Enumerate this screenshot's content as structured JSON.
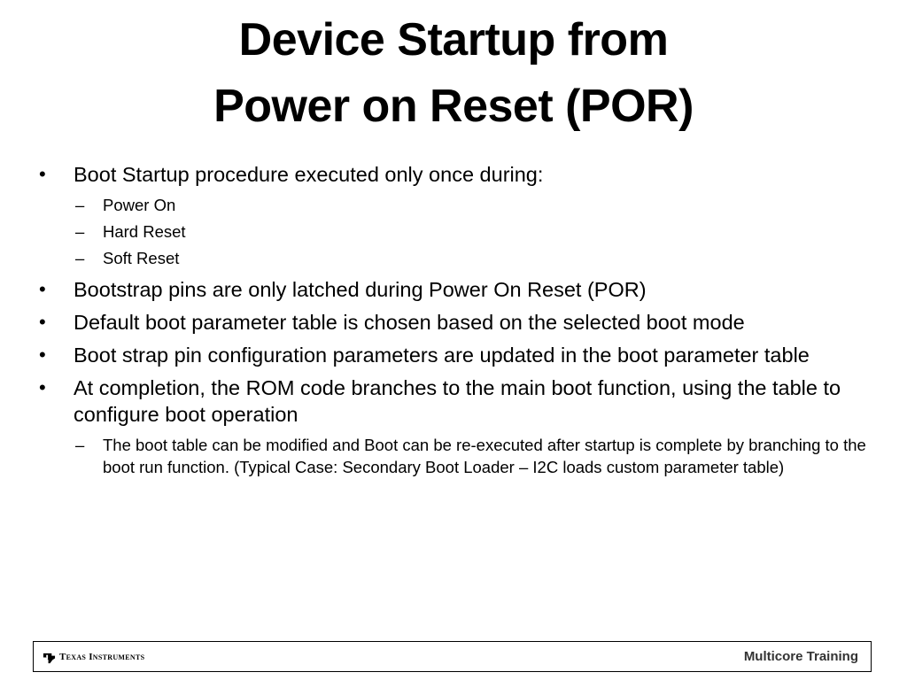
{
  "title": {
    "line1": "Device Startup from",
    "line2": "Power on Reset (POR)"
  },
  "bullets": [
    {
      "text": "Boot Startup procedure executed only once during:",
      "subitems": [
        "Power On",
        "Hard Reset",
        "Soft Reset"
      ]
    },
    {
      "text": "Bootstrap pins are only latched during Power On Reset (POR)"
    },
    {
      "text": "Default boot parameter table is chosen based on the selected boot mode"
    },
    {
      "text": "Boot strap pin configuration parameters are updated in the boot parameter table"
    },
    {
      "text": "At completion, the ROM code branches to the main boot function, using the table to configure boot operation",
      "subitems": [
        "The  boot table can be modified and Boot can be re-executed after startup is complete  by branching to the boot run function. (Typical Case: Secondary Boot Loader – I2C loads custom parameter table)"
      ]
    }
  ],
  "markers": {
    "bullet": "•",
    "dash": "–"
  },
  "footer": {
    "logo_text": "Texas Instruments",
    "logo_icon": "ti-logo-icon",
    "right_text": "Multicore Training"
  }
}
